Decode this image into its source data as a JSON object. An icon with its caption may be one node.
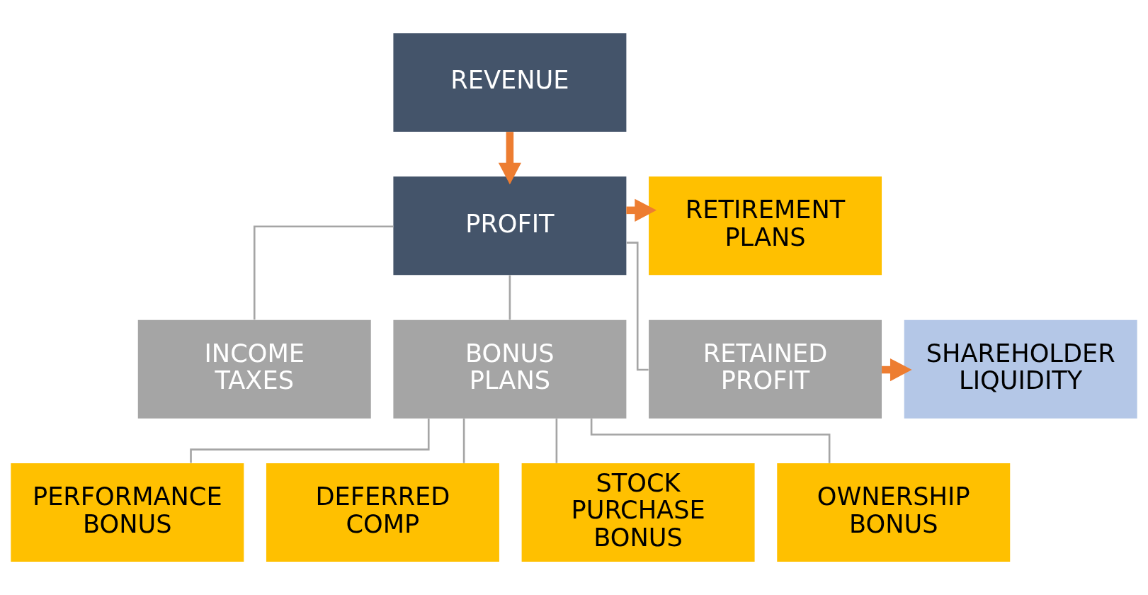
{
  "diagram": {
    "nodes": [
      {
        "text": [
          "REVENUE"
        ]
      },
      {
        "text": [
          "PROFIT"
        ]
      },
      {
        "text": [
          "RETIREMENT PLANS"
        ]
      },
      {
        "text": [
          "INCOME TAXES"
        ]
      },
      {
        "text": [
          "BONUS PLANS"
        ]
      },
      {
        "text": [
          "RETAINED PROFIT"
        ]
      },
      {
        "text": [
          "SHAREHOLDER LIQUIDITY"
        ]
      },
      {
        "text": [
          "PERFORMANCE BONUS"
        ]
      },
      {
        "text": [
          "DEFERRED COMP"
        ]
      },
      {
        "text": [
          "STOCK PURCHASE BONUS"
        ]
      },
      {
        "text": [
          "OWNERSHIP BONUS"
        ]
      }
    ],
    "edges": [
      {
        "from": 0,
        "to": 1,
        "arrow": "to",
        "style": "thick",
        "color": "#ed7d31"
      },
      {
        "from": 1,
        "to": 2,
        "arrow": "to",
        "style": "thick",
        "color": "#ed7d31"
      },
      {
        "from": 1,
        "to": 3,
        "arrow": "none"
      },
      {
        "from": 1,
        "to": 4,
        "arrow": "none"
      },
      {
        "from": 1,
        "to": 5,
        "arrow": "none"
      },
      {
        "from": 5,
        "to": 6,
        "arrow": "to",
        "style": "thick",
        "color": "#ed7d31"
      },
      {
        "from": 4,
        "to": 7,
        "arrow": "none"
      },
      {
        "from": 4,
        "to": 8,
        "arrow": "none"
      },
      {
        "from": 4,
        "to": 9,
        "arrow": "none"
      },
      {
        "from": 4,
        "to": 10,
        "arrow": "none"
      }
    ]
  }
}
